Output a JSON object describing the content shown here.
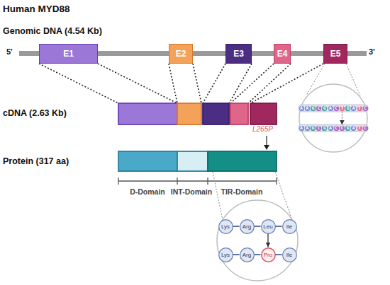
{
  "diagram": {
    "title": "Human MYD88",
    "nodes": [
      {
        "text": [
          "E1"
        ]
      },
      {
        "text": [
          "E2"
        ]
      },
      {
        "text": [
          "E3"
        ]
      },
      {
        "text": [
          "E4"
        ]
      },
      {
        "text": [
          "E5"
        ]
      },
      {
        "text": [
          "A"
        ]
      },
      {
        "text": [
          "A"
        ]
      },
      {
        "text": [
          "G"
        ]
      },
      {
        "text": [
          "C"
        ]
      },
      {
        "text": [
          "G"
        ]
      },
      {
        "text": [
          "A"
        ]
      },
      {
        "text": [
          "C"
        ]
      },
      {
        "text": [
          "T"
        ]
      },
      {
        "text": [
          "G"
        ]
      },
      {
        "text": [
          "A"
        ]
      },
      {
        "text": [
          "T"
        ]
      },
      {
        "text": [
          "C"
        ]
      },
      {
        "text": [
          "A"
        ]
      },
      {
        "text": [
          "A"
        ]
      },
      {
        "text": [
          "G"
        ]
      },
      {
        "text": [
          "C"
        ]
      },
      {
        "text": [
          "G"
        ]
      },
      {
        "text": [
          "A"
        ]
      },
      {
        "text": [
          "C"
        ]
      },
      {
        "text": [
          "C"
        ]
      },
      {
        "text": [
          "G"
        ]
      },
      {
        "text": [
          "A"
        ]
      },
      {
        "text": [
          "T"
        ]
      },
      {
        "text": [
          "C"
        ]
      },
      {
        "text": [
          "Lys"
        ]
      },
      {
        "text": [
          "Arg"
        ]
      },
      {
        "text": [
          "Leu"
        ]
      },
      {
        "text": [
          "Ile"
        ]
      },
      {
        "text": [
          "Lys"
        ]
      },
      {
        "text": [
          "Arg"
        ]
      },
      {
        "text": [
          "Pro"
        ]
      },
      {
        "text": [
          "Ile"
        ]
      }
    ],
    "edges": [
      {
        "from": 12,
        "to": 24,
        "arrow": "to"
      },
      {
        "from": 29,
        "to": 30,
        "arrow": "none"
      },
      {
        "from": 30,
        "to": 31,
        "arrow": "none"
      },
      {
        "from": 31,
        "to": 32,
        "arrow": "none"
      },
      {
        "from": 33,
        "to": 34,
        "arrow": "none"
      },
      {
        "from": 34,
        "to": 35,
        "arrow": "none"
      },
      {
        "from": 35,
        "to": 36,
        "arrow": "none"
      },
      {
        "from": 31,
        "to": 35,
        "arrow": "to"
      }
    ],
    "labels": [
      "Genomic DNA (4.54 Kb)",
      "5'",
      "3'",
      "cDNA (2.63 Kb)",
      "Protein (317 aa)",
      "L265P",
      "D-Domain",
      "INT-Domain",
      "TIR-Domain"
    ]
  }
}
